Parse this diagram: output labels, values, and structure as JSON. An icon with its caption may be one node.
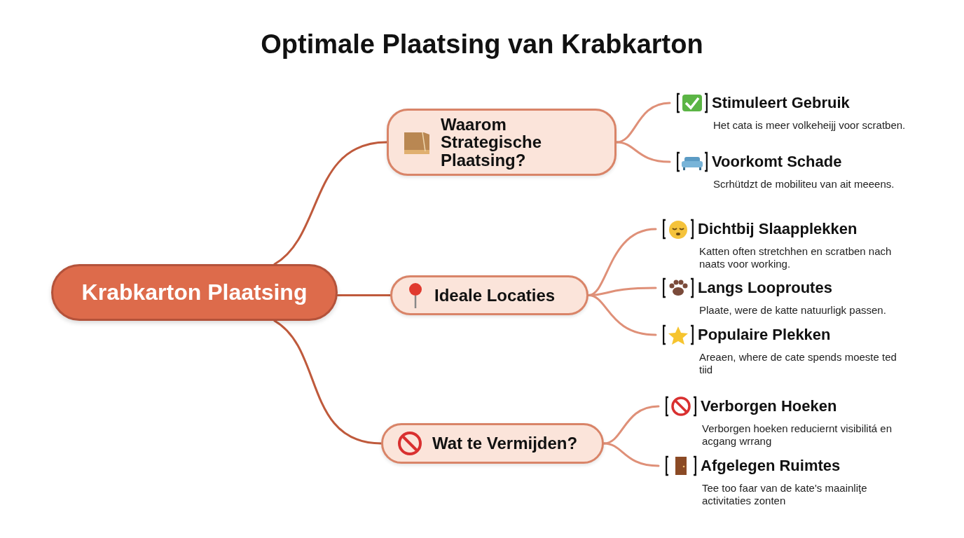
{
  "diagram": {
    "title": "Optimale Plaatsing van Krabkarton",
    "nodes": [
      {
        "text": [
          "Krabkarton Plaatsing"
        ]
      },
      {
        "text": [
          "Waarom Strategische Plaatsing?"
        ]
      },
      {
        "text": [
          "Stimuleert Gebruik",
          "Het cata is meer volkeheijj voor scratben."
        ]
      },
      {
        "text": [
          "Voorkomt Schade",
          "Scrhütdzt de mobiliteu van ait meeens."
        ]
      },
      {
        "text": [
          "Ideale Locaties"
        ]
      },
      {
        "text": [
          "Dichtbij Slaapplekken",
          "Katten often stretchhen en scratben nach naats voor working."
        ]
      },
      {
        "text": [
          "Langs Looproutes",
          "Plaate, were de katte natuurligk passen."
        ]
      },
      {
        "text": [
          "Populaire Plekken",
          "Areaen, where de cate spends moeste ted tiid"
        ]
      },
      {
        "text": [
          "Wat te Vermijden?"
        ]
      },
      {
        "text": [
          "Verborgen Hoeken",
          "Verborgen hoeken reduciernt visibilitá en acgang wrrang"
        ]
      },
      {
        "text": [
          "Afgelegen Ruimtes",
          "Tee too faar van de kate's maainliţe activitaties zonten"
        ]
      }
    ],
    "edges": [
      {
        "from": 0,
        "to": 1,
        "arrow": "none"
      },
      {
        "from": 0,
        "to": 4,
        "arrow": "none"
      },
      {
        "from": 0,
        "to": 8,
        "arrow": "none"
      },
      {
        "from": 1,
        "to": 2,
        "arrow": "none"
      },
      {
        "from": 1,
        "to": 3,
        "arrow": "none"
      },
      {
        "from": 4,
        "to": 5,
        "arrow": "none"
      },
      {
        "from": 4,
        "to": 6,
        "arrow": "none"
      },
      {
        "from": 4,
        "to": 7,
        "arrow": "none"
      },
      {
        "from": 8,
        "to": 9,
        "arrow": "none"
      },
      {
        "from": 8,
        "to": 10,
        "arrow": "none"
      }
    ]
  }
}
